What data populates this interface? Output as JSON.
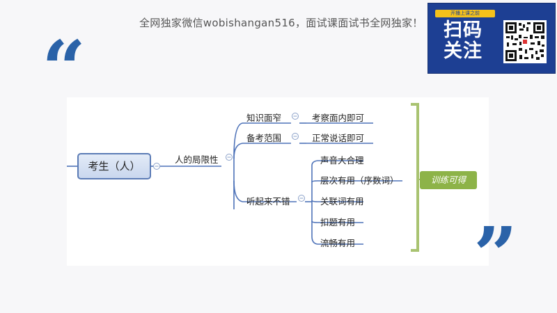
{
  "watermark": "全网独家微信wobishangan516，面试课面试书全网独家！",
  "quotes": {
    "open": "“",
    "close": "”"
  },
  "qr": {
    "small": "开播上课之前",
    "line1": "扫码",
    "line2": "关注"
  },
  "mindmap": {
    "root": "考生（人）",
    "branch": "人的局限性",
    "sub1": {
      "label": "知识面窄",
      "leaf": "考察面内即可"
    },
    "sub2": {
      "label": "备考范围",
      "leaf": "正常说话即可"
    },
    "sub3": {
      "label": "听起来不错",
      "leaves": [
        "声音大合理",
        "层次有用（序数词）",
        "关联词有用",
        "扣题有用",
        "流畅有用"
      ]
    },
    "summary": "训练可得"
  },
  "colors": {
    "line": "#4d72b8",
    "accent": "#2a62a8",
    "bracket": "#a9c371",
    "tag": "#8db348"
  }
}
